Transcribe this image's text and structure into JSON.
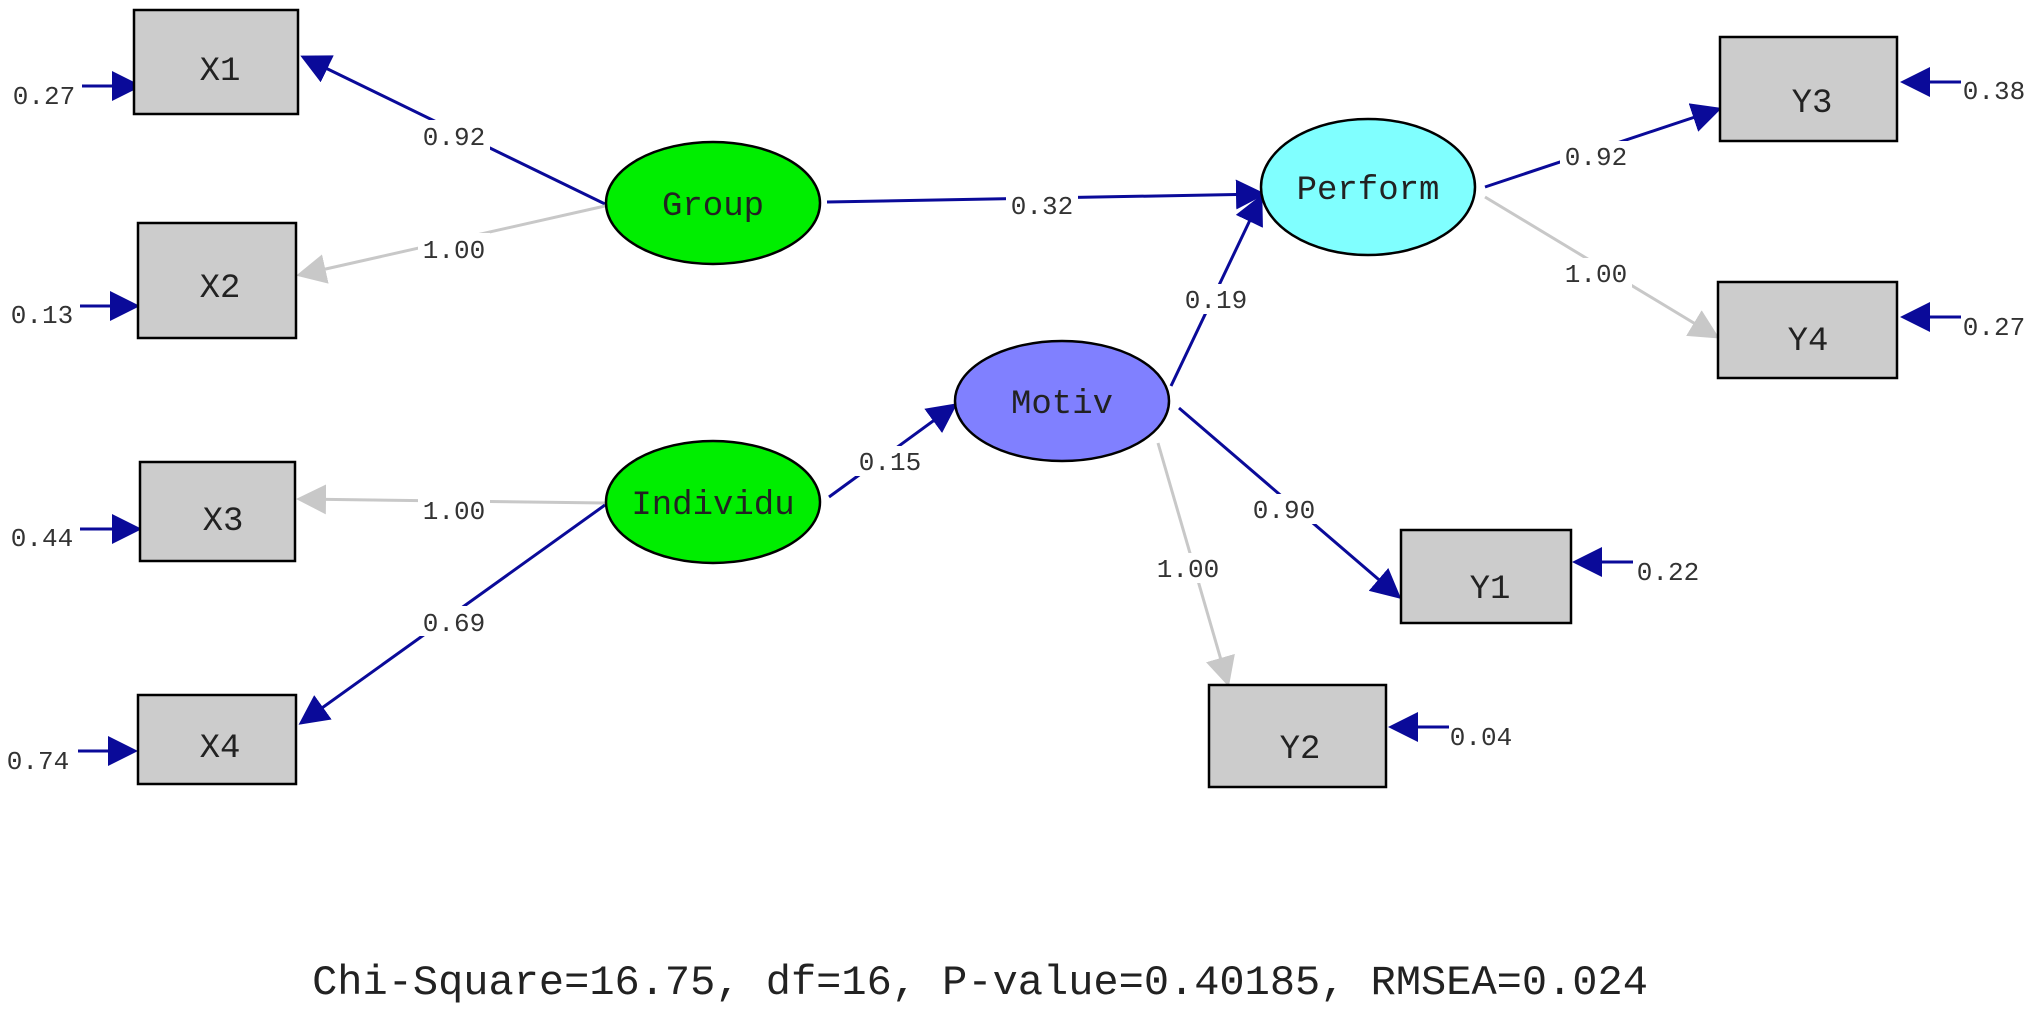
{
  "colors": {
    "significant_path": "#0a0a99",
    "fixed_path": "#c8c8c8",
    "observed_fill": "#cccccc",
    "green_latent": "#00ee00",
    "motiv_latent": "#8080ff",
    "perform_latent": "#80ffff"
  },
  "latent_variables": [
    {
      "id": "group",
      "label": "Group",
      "color": "#00ee00"
    },
    {
      "id": "individu",
      "label": "Individu",
      "color": "#00ee00"
    },
    {
      "id": "motiv",
      "label": "Motiv",
      "color": "#8080ff"
    },
    {
      "id": "perform",
      "label": "Perform",
      "color": "#80ffff"
    }
  ],
  "observed_variables": [
    {
      "id": "x1",
      "label": "X1",
      "error_variance": "0.27"
    },
    {
      "id": "x2",
      "label": "X2",
      "error_variance": "0.13"
    },
    {
      "id": "x3",
      "label": "X3",
      "error_variance": "0.44"
    },
    {
      "id": "x4",
      "label": "X4",
      "error_variance": "0.74"
    },
    {
      "id": "y1",
      "label": "Y1",
      "error_variance": "0.22"
    },
    {
      "id": "y2",
      "label": "Y2",
      "error_variance": "0.04"
    },
    {
      "id": "y3",
      "label": "Y3",
      "error_variance": "0.38"
    },
    {
      "id": "y4",
      "label": "Y4",
      "error_variance": "0.27"
    }
  ],
  "paths": [
    {
      "id": "group-x1",
      "from": "group",
      "to": "x1",
      "estimate": "0.92",
      "fixed": false
    },
    {
      "id": "group-x2",
      "from": "group",
      "to": "x2",
      "estimate": "1.00",
      "fixed": true
    },
    {
      "id": "individu-x3",
      "from": "individu",
      "to": "x3",
      "estimate": "1.00",
      "fixed": true
    },
    {
      "id": "individu-x4",
      "from": "individu",
      "to": "x4",
      "estimate": "0.69",
      "fixed": false
    },
    {
      "id": "group-perform",
      "from": "group",
      "to": "perform",
      "estimate": "0.32",
      "fixed": false
    },
    {
      "id": "individu-motiv",
      "from": "individu",
      "to": "motiv",
      "estimate": "0.15",
      "fixed": false
    },
    {
      "id": "motiv-perform",
      "from": "motiv",
      "to": "perform",
      "estimate": "0.19",
      "fixed": false
    },
    {
      "id": "motiv-y1",
      "from": "motiv",
      "to": "y1",
      "estimate": "0.90",
      "fixed": false
    },
    {
      "id": "motiv-y2",
      "from": "motiv",
      "to": "y2",
      "estimate": "1.00",
      "fixed": true
    },
    {
      "id": "perform-y3",
      "from": "perform",
      "to": "y3",
      "estimate": "0.92",
      "fixed": false
    },
    {
      "id": "perform-y4",
      "from": "perform",
      "to": "y4",
      "estimate": "1.00",
      "fixed": true
    }
  ],
  "fit_statistics": "Chi-Square=16.75, df=16, P-value=0.40185, RMSEA=0.024"
}
